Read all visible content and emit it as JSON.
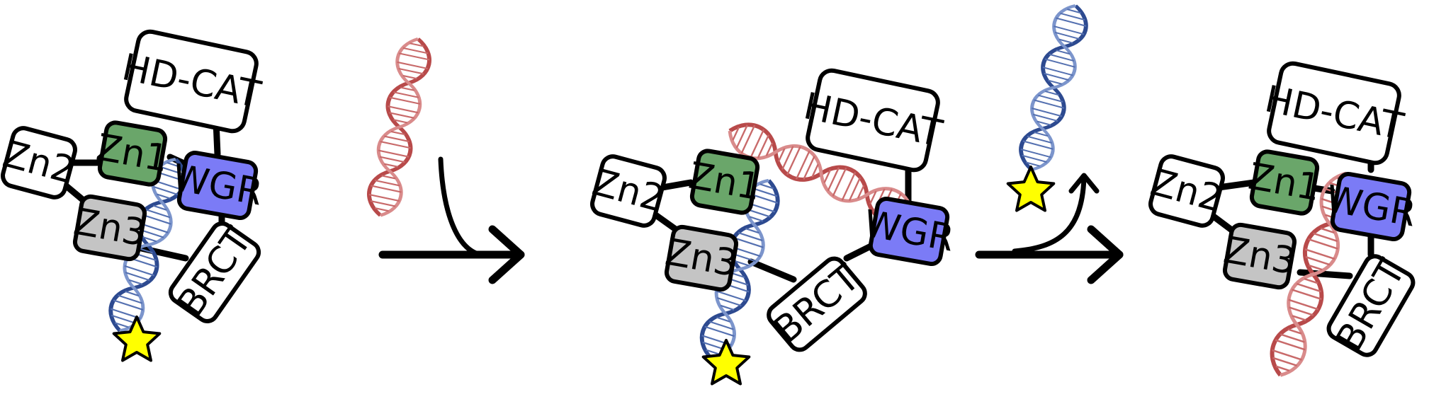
{
  "domains": {
    "hd_cat": "HD-CAT",
    "wgr": "WGR",
    "zn1": "Zn1",
    "zn2": "Zn2",
    "zn3": "Zn3",
    "brct": "BRCT"
  },
  "colors": {
    "zn1_fill": "#6aa66a",
    "wgr_fill": "#7b7bf6",
    "zn3_fill": "#c4c4c4",
    "white_fill": "#ffffff",
    "labeled_dna": "#2d4a90",
    "unlabeled_dna": "#b84a4a",
    "star": "#ffff00"
  },
  "icons": {
    "label": "star-icon",
    "dna": "dna-double-helix-icon"
  },
  "panels": [
    {
      "name": "initial-complex",
      "state": "PARP bound to labeled DNA"
    },
    {
      "name": "intermediate-complex",
      "state": "unlabeled DNA joins complex"
    },
    {
      "name": "final-complex",
      "state": "labeled DNA released"
    }
  ]
}
